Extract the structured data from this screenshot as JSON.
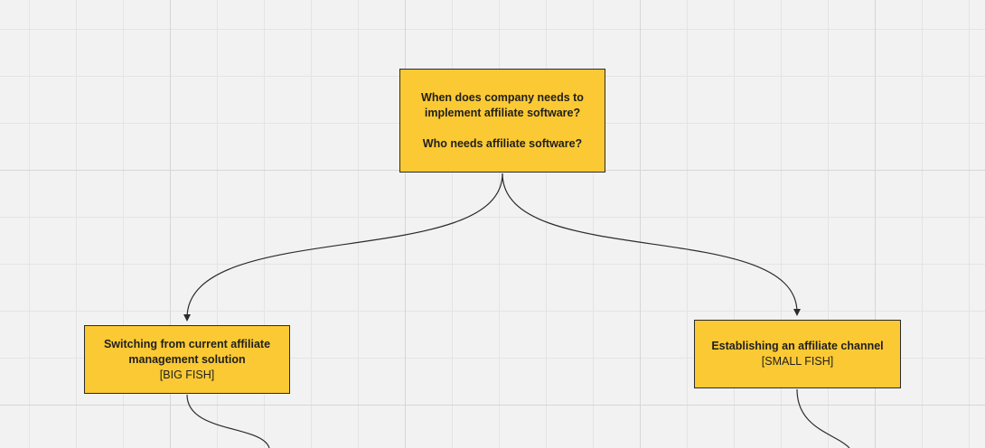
{
  "nodes": {
    "top": {
      "line1": "When does company needs to",
      "line2": "implement affiliate software?",
      "line3": "Who needs affiliate software?"
    },
    "left": {
      "line1": "Switching from current affiliate",
      "line2": "management solution",
      "tag": "[BIG FISH]"
    },
    "right": {
      "line1": "Establishing an affiliate channel",
      "tag": "[SMALL FISH]"
    }
  },
  "colors": {
    "canvas": "#f2f2f2",
    "note_fill": "#fbc933",
    "stroke": "#2b2b2b"
  }
}
